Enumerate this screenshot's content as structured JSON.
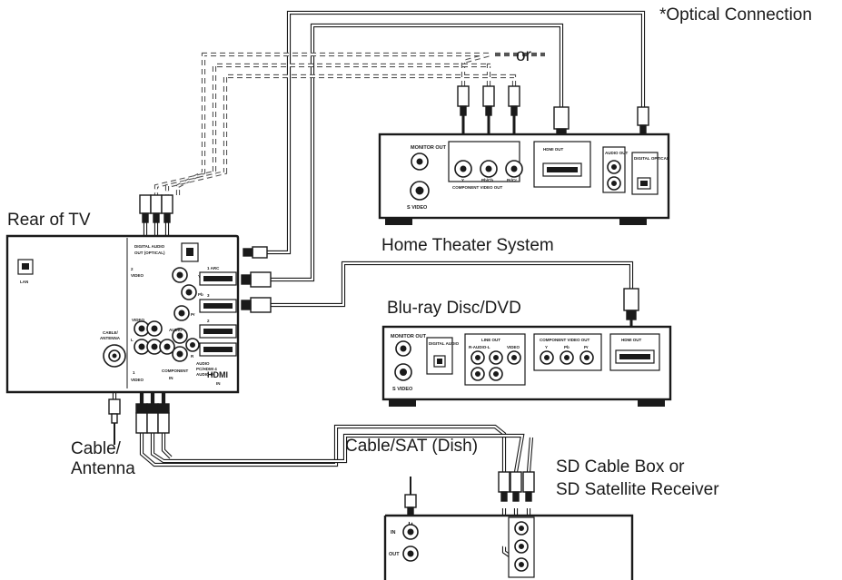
{
  "labels": {
    "optical_connection": "*Optical Connection",
    "or": "or",
    "rear_of_tv": "Rear of TV",
    "home_theater": "Home Theater System",
    "bluray": "Blu-ray Disc/DVD",
    "cable_antenna_1": "Cable/",
    "cable_antenna_2": "Antenna",
    "cable_sat": "Cable/SAT (Dish)",
    "sd_box_1": "SD Cable Box or",
    "sd_box_2": "SD Satellite Receiver"
  },
  "tv_panel": {
    "lan": "LAN",
    "digital_audio_out": "DIGITAL AUDIO",
    "optical": "OUT (OPTICAL)",
    "video": "VIDEO",
    "arc": "1 ARC",
    "hdmi3": "3",
    "hdmi2": "2",
    "cable_antenna_1": "CABLE/",
    "cable_antenna_2": "ANTENNA",
    "audio": "AUDIO",
    "audio_pc": "PC/HDMI 4",
    "audio_in": "AUDIO IN",
    "component": "COMPONENT",
    "in": "IN",
    "hdmi_logo": "HDMI",
    "video1": "VIDEO",
    "one": "1",
    "two": "2",
    "pb": "Pb",
    "pr": "Pr",
    "y": "Y",
    "l": "L",
    "r": "R"
  },
  "home_theater_panel": {
    "monitor_out": "MONITOR OUT",
    "s_video": "S VIDEO",
    "y": "Y",
    "pb": "Pb/Cb",
    "pr": "Pr/Cr",
    "component_video_out": "COMPONENT VIDEO OUT",
    "hdmi_out": "HDMI OUT",
    "audio_out": "AUDIO OUT",
    "digital_optical": "DIGITAL OPTICAL"
  },
  "bluray_panel": {
    "monitor_out": "MONITOR OUT",
    "s_video": "S VIDEO",
    "digital_audio": "DIGITAL AUDIO",
    "line_out": "LINE OUT",
    "r_audio_l": "R-AUDIO-L",
    "video": "VIDEO",
    "component_video_out": "COMPONENT VIDEO OUT",
    "y": "Y",
    "pb": "Pb",
    "pr": "Pr",
    "hdmi_out": "HDMI OUT"
  },
  "sd_box_panel": {
    "in": "IN",
    "out": "OUT"
  }
}
